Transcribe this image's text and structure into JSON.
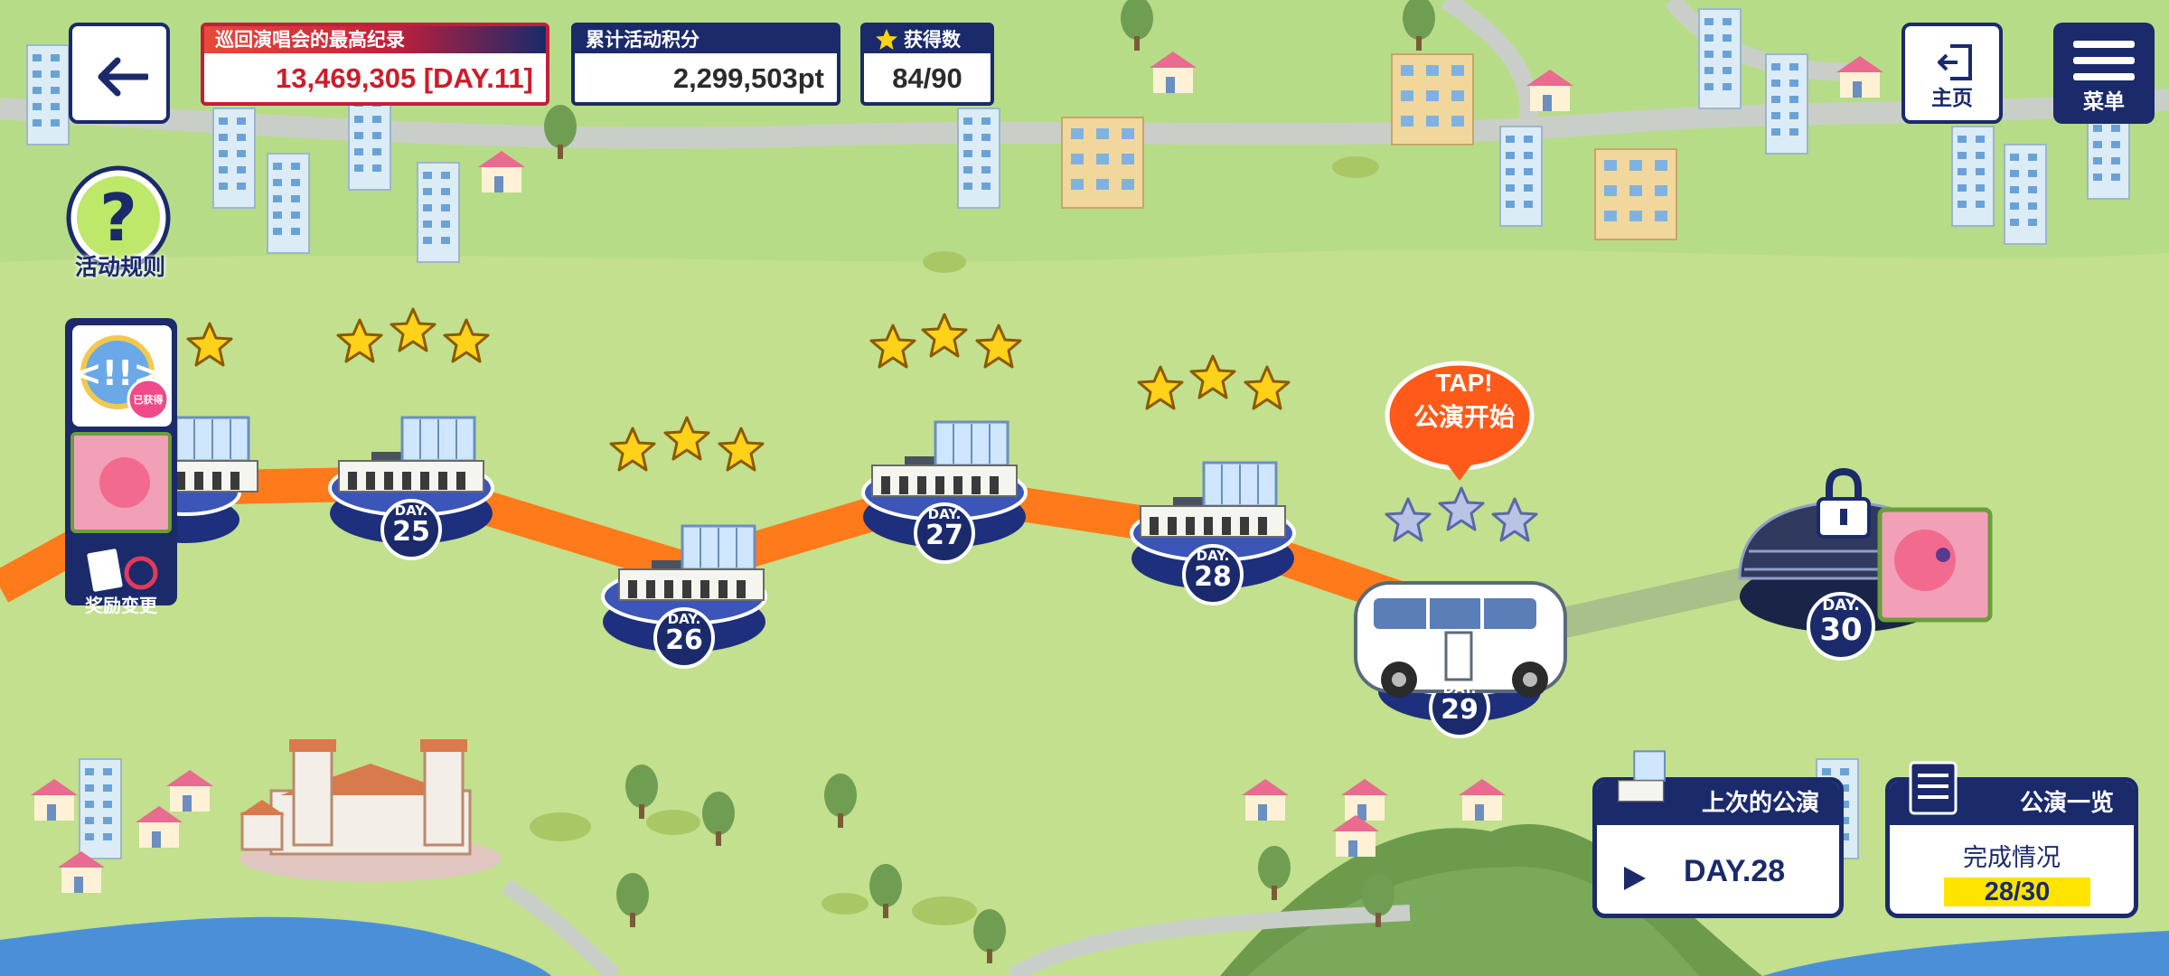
{
  "header": {
    "best_record": {
      "title": "巡回演唱会的最高纪录",
      "value": "13,469,305 [DAY.11]"
    },
    "total_points": {
      "title": "累计活动积分",
      "value": "2,299,503pt"
    },
    "stars": {
      "title": "获得数",
      "value": "84/90"
    }
  },
  "buttons": {
    "home_label": "主页",
    "menu_label": "菜单",
    "rules_label": "活动规则",
    "reward_change_label": "奖励变更",
    "tap_line1": "TAP!",
    "tap_line2": "公演开始"
  },
  "badge": {
    "line1": "已获得"
  },
  "days": [
    {
      "label": "DAY.",
      "number": "25",
      "stars": 3
    },
    {
      "label": "DAY.",
      "number": "26",
      "stars": 3
    },
    {
      "label": "DAY.",
      "number": "27",
      "stars": 3
    },
    {
      "label": "DAY.",
      "number": "28",
      "stars": 3
    },
    {
      "label": "DAY.",
      "number": "29",
      "stars": 0
    },
    {
      "label": "DAY.",
      "number": "30",
      "stars": 0
    }
  ],
  "last_performance": {
    "title": "上次的公演",
    "day": "DAY.28"
  },
  "performance_list": {
    "title": "公演一览",
    "status_label": "完成情况",
    "status_value": "28/30"
  },
  "colors": {
    "navy": "#1a2a6b",
    "path": "#ff7a1a",
    "grass": "#bfe18a",
    "record_red": "#cc1d2a",
    "highlight": "#ffe400"
  },
  "icons": [
    "back-arrow-icon",
    "home-exit-icon",
    "menu-icon",
    "question-icon",
    "lock-icon",
    "play-icon",
    "star-icon",
    "list-icon",
    "swap-icon"
  ]
}
